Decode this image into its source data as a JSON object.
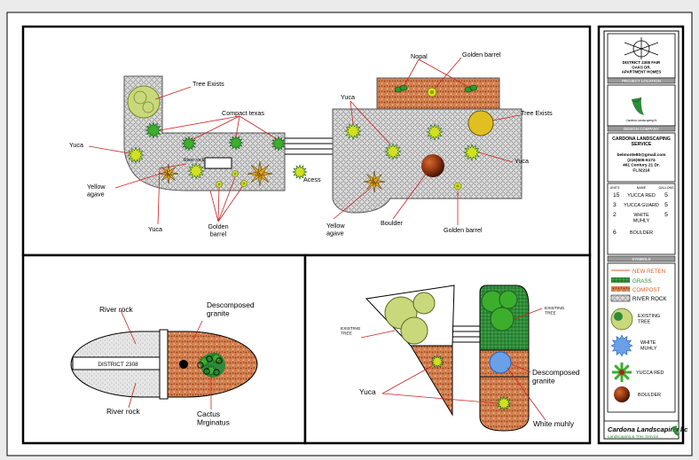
{
  "plan_main": {
    "labels": {
      "tree_exists_left": "Tree Exists",
      "compact_texas": "Compact texas",
      "yuca_left": "Yuca",
      "river_rock": "River rock",
      "yellow_agave_left": "Yellow\nagave",
      "yuca_bottom_left": "Yuca",
      "golden_barrel_left": "Golden\nbarrel",
      "nopal": "Nopal",
      "golden_barrel_top": "Golden barrel",
      "yuca_right_top": "Yuca",
      "tree_exists_right": "Tree Exists",
      "yuca_right": "Yuca",
      "acess": "Acess",
      "yellow_agave_right": "Yellow\nagave",
      "boulder": "Boulder",
      "golden_barrel_right": "Golden barrel"
    }
  },
  "plan_left": {
    "labels": {
      "river_rock_top": "River rock",
      "descomposed_granite": "Descomposed\ngranite",
      "district": "DISTRICT 2308",
      "river_rock_bottom": "River rock",
      "cactus": "Cactus\nMrginatus"
    }
  },
  "plan_right": {
    "labels": {
      "existing_tree_left": "EXISTING\nTREE",
      "existing_tree_right": "EXISTING\nTREE",
      "yuca": "Yuca",
      "descomposed_granite": "Descomposed\ngranite",
      "white_muhly": "White muhly"
    }
  },
  "title_block": {
    "project_location": "DISTRICT 2308 FAIR\nOAKS DR.\nAPARTMENT HOMES",
    "project_location_caption": "PROJECT LOCATION",
    "design_company_caption": "DESIGN COMPANY",
    "logo_small_text": "Cardona Landscaping llc",
    "company_name": "CARDONA LANDSCAPING\nSERVICE",
    "contact": "belmonte80@gmail.com\n(216)606-6174\n461 Century 21 Dr.\nFL32216",
    "table_headers": [
      "UNITS",
      "NAME",
      "GALLONS"
    ],
    "plant_rows": [
      {
        "units": "15",
        "name": "YUCCA RED",
        "gallons": "5"
      },
      {
        "units": "3",
        "name": "YUCCA GUARD",
        "gallons": "5"
      },
      {
        "units": "2",
        "name": "WHITE\nMUHLY",
        "gallons": "5"
      },
      {
        "units": "6",
        "name": "BOULDER",
        "gallons": ""
      }
    ],
    "symbols_caption": "SYMBOLS",
    "legend": [
      {
        "label": "NEW RETEN",
        "color": "#e06020"
      },
      {
        "label": "GRASS",
        "color": "#2a8a30"
      },
      {
        "label": "COMPOST",
        "color": "#e06020"
      },
      {
        "label": "RIVER ROCK",
        "color": "#000000"
      },
      {
        "label": "EXISTING\nTREE",
        "color": "#000000"
      },
      {
        "label": "WHITE\nMUHLY",
        "color": "#000000"
      },
      {
        "label": "YUCCA RED",
        "color": "#000000"
      },
      {
        "label": "BOULDER",
        "color": "#000000"
      }
    ],
    "footer_script": "Cardona Landscaping llc",
    "footer_tagline": "Landscaping & Tree Service"
  },
  "colors": {
    "gravel": "#d8d8d8",
    "granite": "#c86a3c",
    "grass": "#2e8b3a",
    "tree": "#c9d87a",
    "plant_green": "#3cae2c",
    "barrel": "#d2e020",
    "agave": "#e0a020",
    "muhly": "#4a90e0",
    "boulder": "#8a3010",
    "leader": "#cc2222"
  }
}
